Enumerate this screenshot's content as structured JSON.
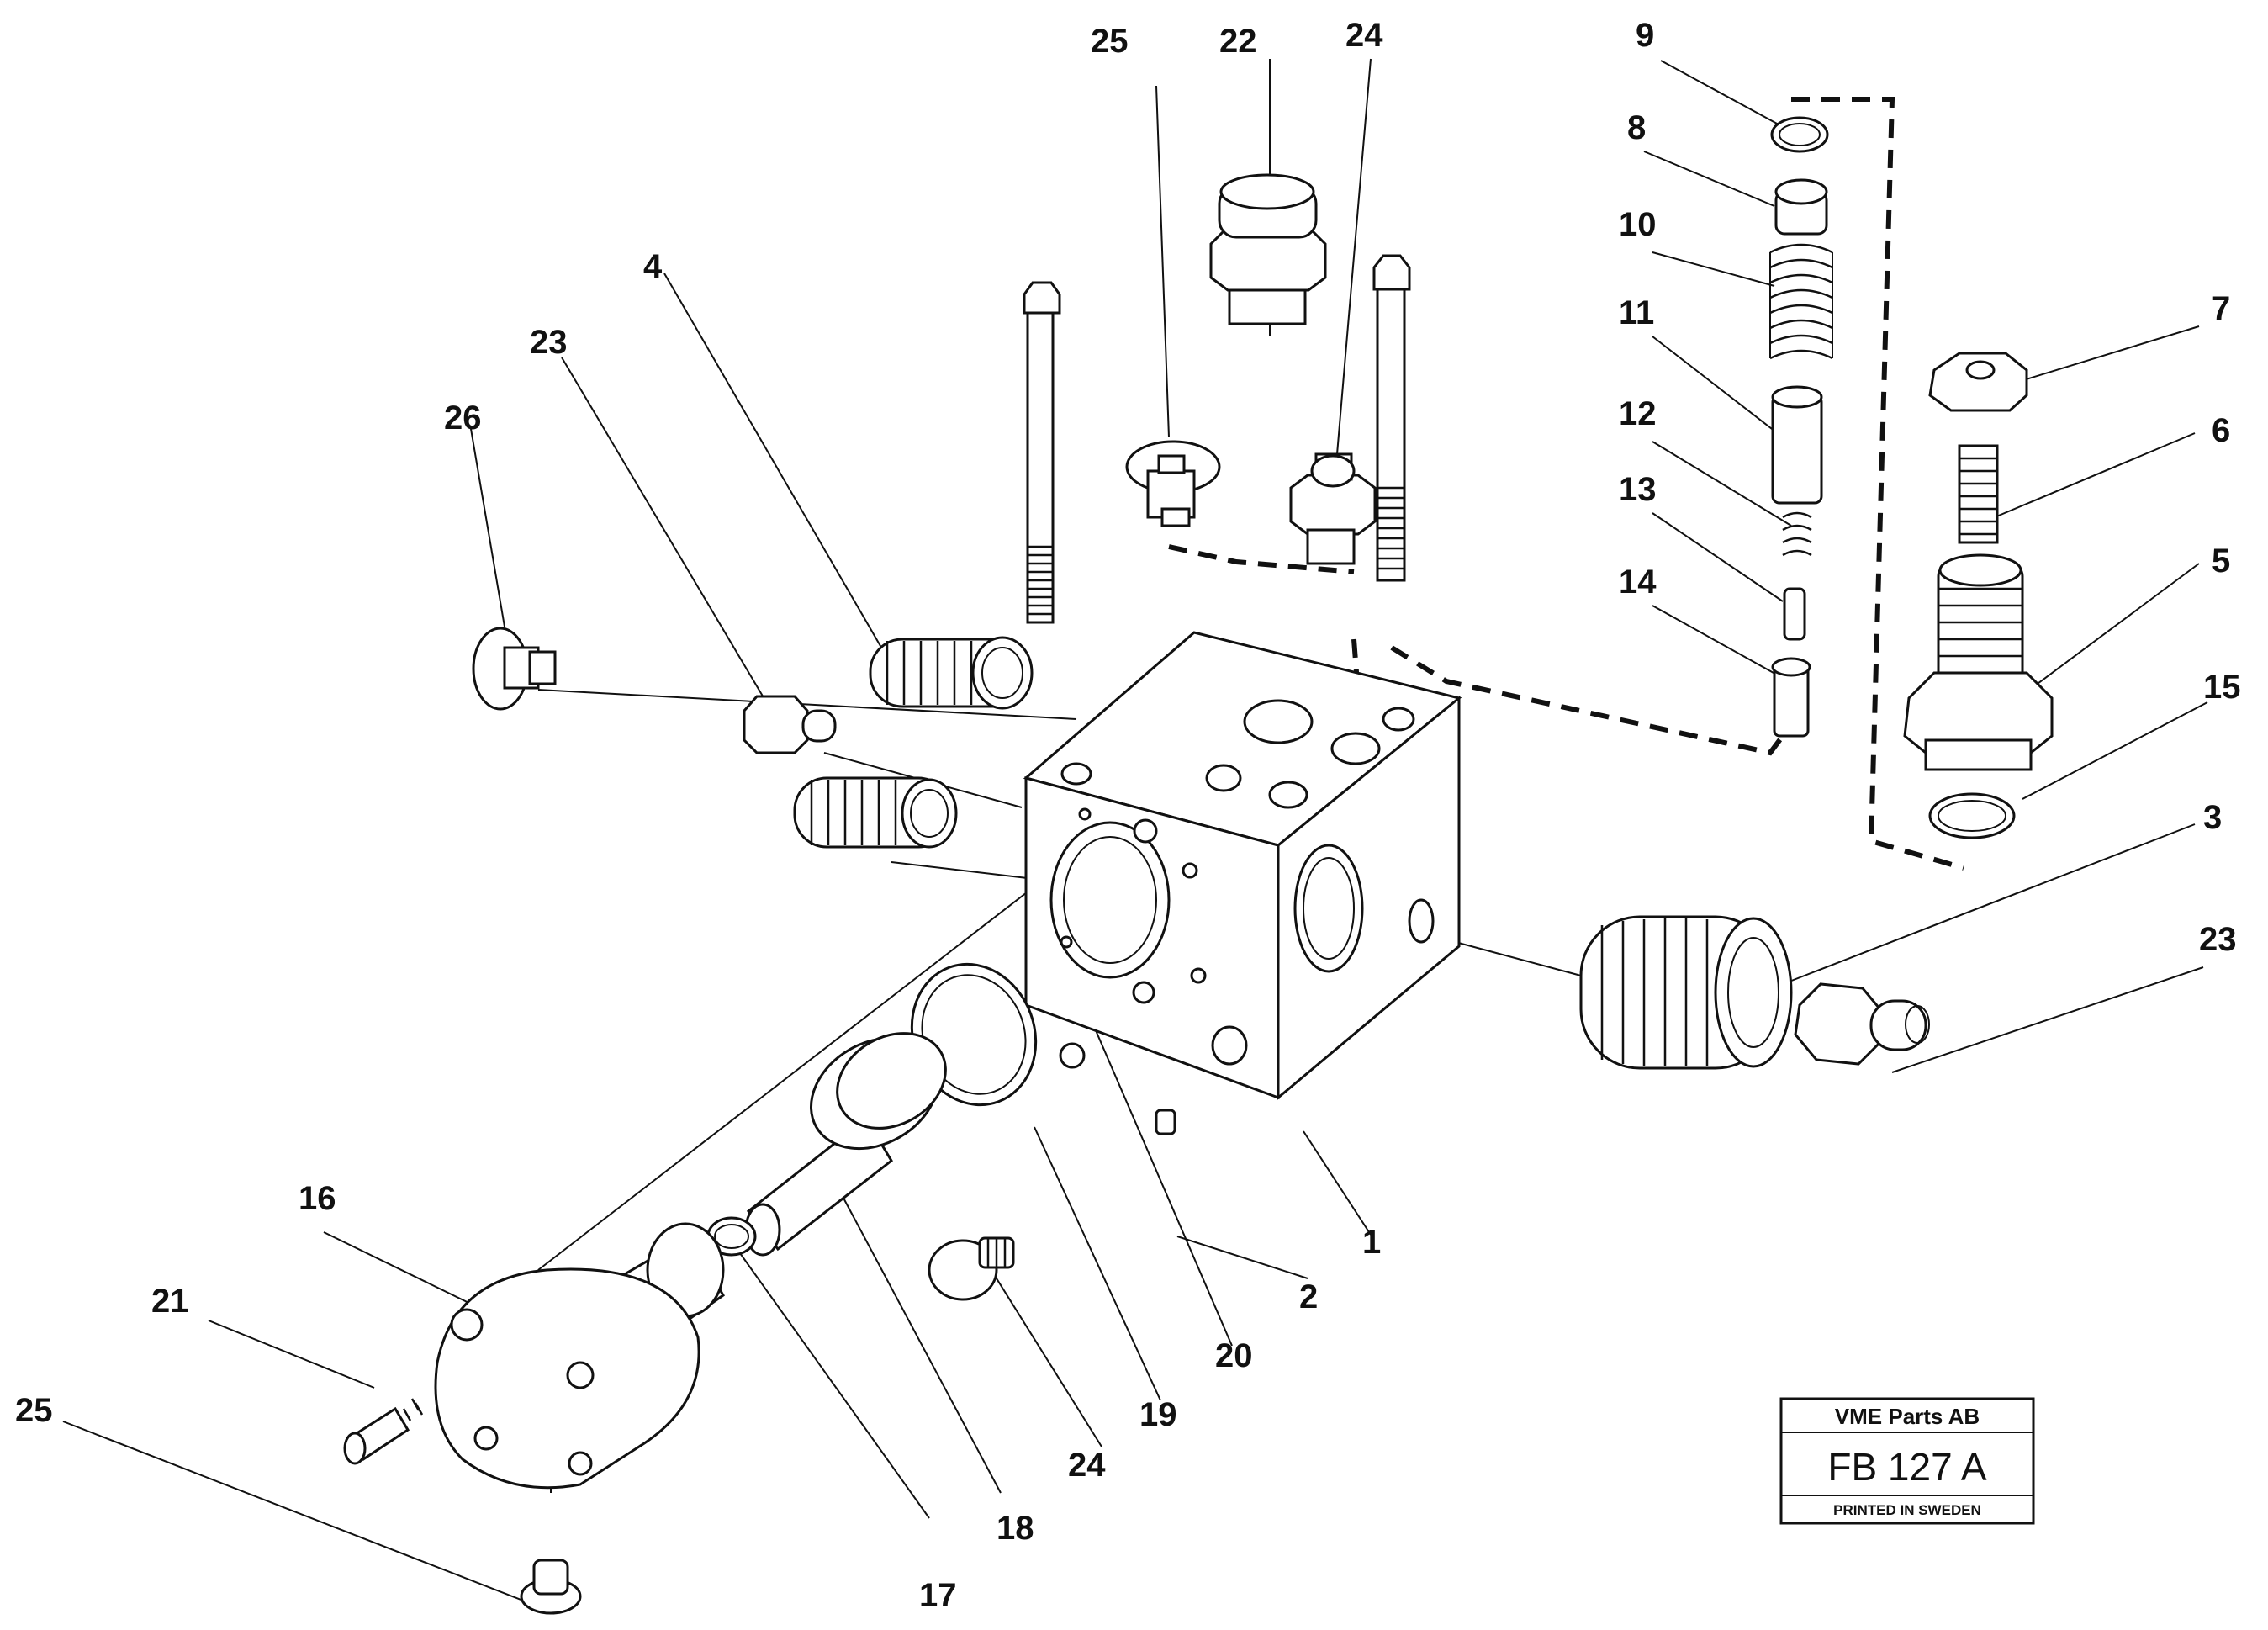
{
  "stamp": {
    "company": "VME Parts AB",
    "code": "FB 127 A",
    "printed": "PRINTED IN SWEDEN"
  },
  "callouts": [
    "25",
    "22",
    "24",
    "9",
    "8",
    "10",
    "11",
    "12",
    "13",
    "14",
    "7",
    "6",
    "5",
    "15",
    "4",
    "23",
    "26",
    "3",
    "23",
    "1",
    "2",
    "20",
    "19",
    "24",
    "16",
    "21",
    "25",
    "18",
    "17"
  ]
}
